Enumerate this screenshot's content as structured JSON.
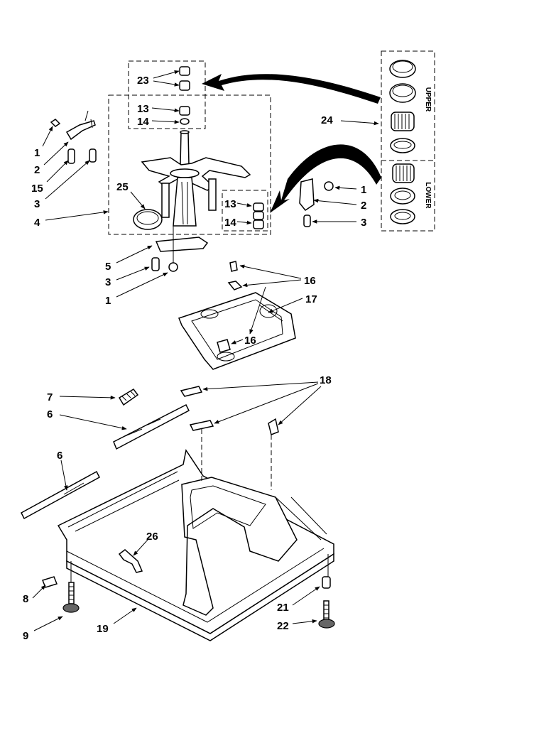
{
  "labels": {
    "p23": "23",
    "p13a": "13",
    "p14a": "14",
    "p1a": "1",
    "p2a": "2",
    "p15": "15",
    "p3a": "3",
    "p4": "4",
    "p25": "25",
    "p24": "24",
    "p1b": "1",
    "p2b": "2",
    "p3b": "3",
    "p13b": "13",
    "p14b": "14",
    "p5": "5",
    "p3c": "3",
    "p1c": "1",
    "p16a": "16",
    "p17": "17",
    "p16b": "16",
    "p7": "7",
    "p6a": "6",
    "p18": "18",
    "p6b": "6",
    "p26": "26",
    "p8": "8",
    "p9": "9",
    "p19": "19",
    "p21": "21",
    "p22": "22"
  },
  "bearing_kit": {
    "upper": "UPPER",
    "lower": "LOWER"
  }
}
